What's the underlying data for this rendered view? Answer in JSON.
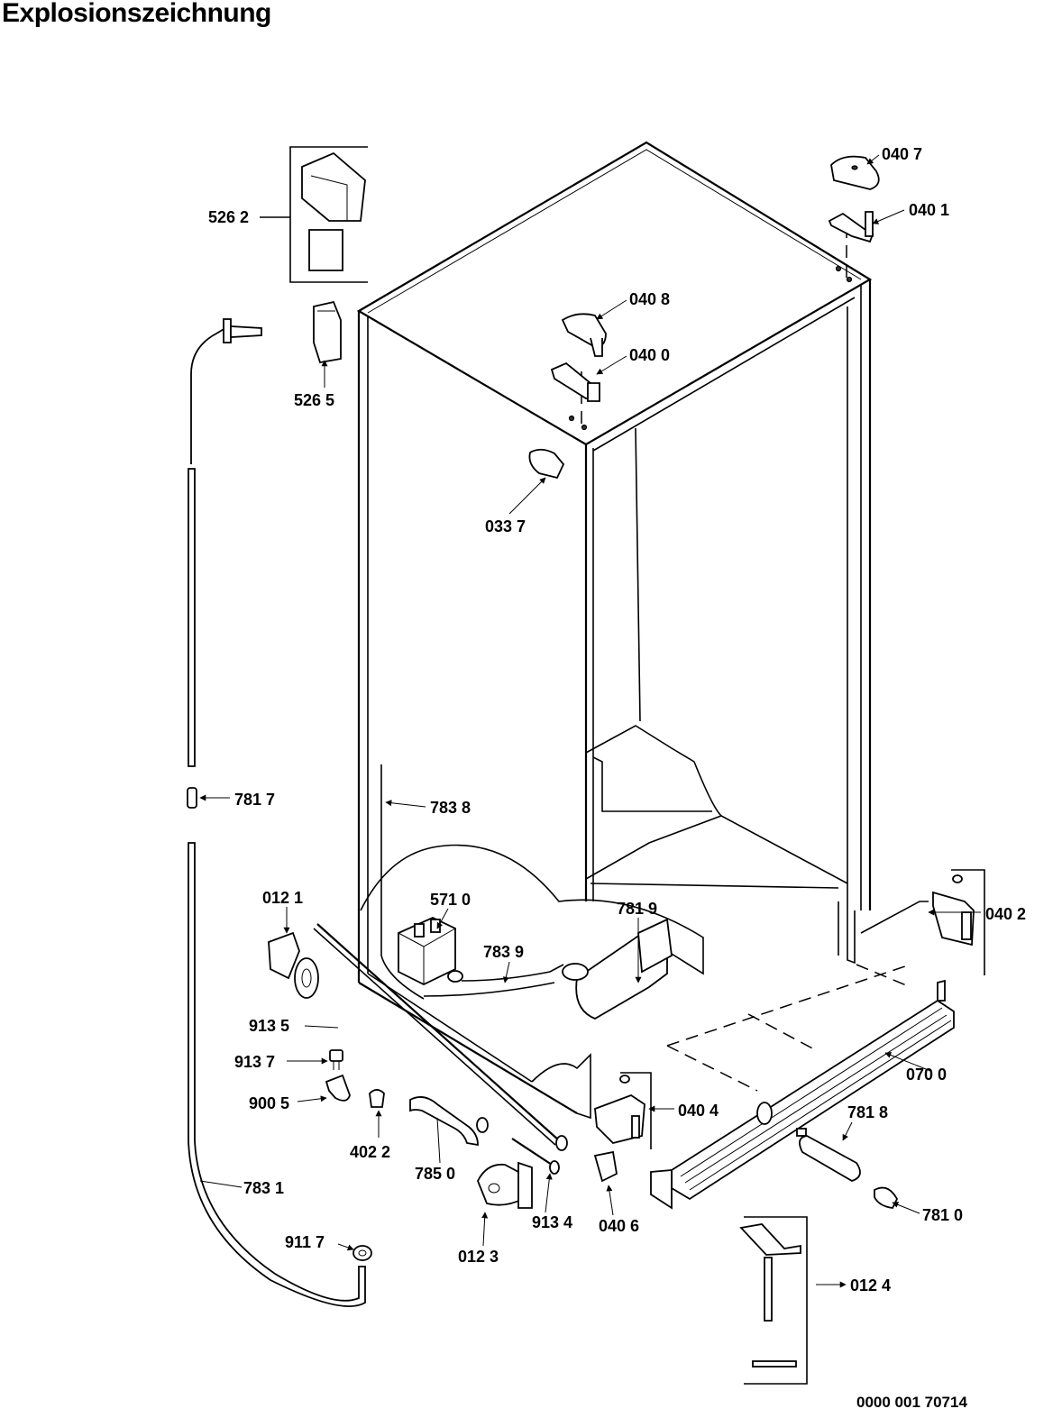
{
  "title": "Explosionszeichnung",
  "document_number": "0000 001 70714",
  "callouts": {
    "c0407": "040 7",
    "c0401": "040 1",
    "c5262": "526 2",
    "c0408": "040 8",
    "c0400": "040 0",
    "c5265": "526 5",
    "c0337": "033 7",
    "c7817": "781 7",
    "c7838": "783 8",
    "c0121": "012 1",
    "c5710": "571 0",
    "c7819": "781 9",
    "c0402": "040 2",
    "c7839": "783 9",
    "c9135": "913 5",
    "c9137": "913 7",
    "c0700": "070 0",
    "c9005": "900 5",
    "c0404": "040 4",
    "c7818": "781 8",
    "c4022": "402 2",
    "c7850": "785 0",
    "c7831": "783 1",
    "c9134": "913 4",
    "c0406": "040 6",
    "c7810": "781 0",
    "c0123": "012 3",
    "c9117": "911 7",
    "c0124": "012 4"
  }
}
